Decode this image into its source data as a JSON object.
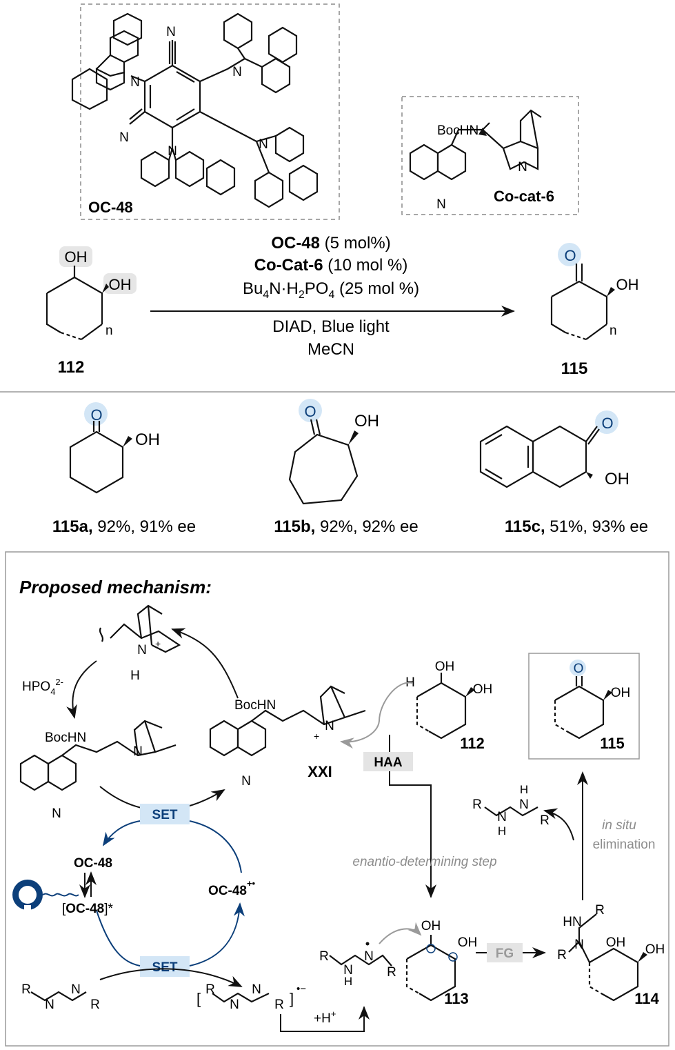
{
  "colors": {
    "accent": "#0c3f7a",
    "highlight": "#d3e6f6",
    "oh_highlight": "#e6e6e6",
    "step_label": "#8c8c8c",
    "box_gray": "#e4e4e4"
  },
  "catalysts": {
    "oc48_label": "OC-48",
    "co_cat_label": "Co-cat-6",
    "cn_label": "N",
    "boc_label": "BocHN",
    "n_label": "N"
  },
  "reaction": {
    "substrate_label": "112",
    "product_label": "115",
    "oh1": "OH",
    "oh2": "OH",
    "n_sub": "n",
    "o_label": "O",
    "cond1_bold": "OC-48",
    "cond1_rest": " (5 mol%)",
    "cond2_bold": "Co-Cat-6",
    "cond2_rest": " (10 mol %)",
    "cond3_a": "Bu",
    "cond3_sub1": "4",
    "cond3_b": "N·H",
    "cond3_sub2": "2",
    "cond3_c": "PO",
    "cond3_sub3": "4",
    "cond3_d": " (25 mol %)",
    "cond4": "DIAD, Blue light",
    "cond5": "MeCN"
  },
  "scope": [
    {
      "label": "115a,",
      "result": " 92%, 91% ee"
    },
    {
      "label": "115b,",
      "result": " 92%, 92% ee"
    },
    {
      "label": "115c,",
      "result": " 51%, 93% ee"
    }
  ],
  "mechanism": {
    "title": "Proposed mechanism:",
    "hpo4": "HPO",
    "hpo4_sub": "4",
    "hpo4_sup": "2-",
    "set1": "SET",
    "set2": "SET",
    "oc48": "OC-48",
    "oc48_star_open": "[",
    "oc48_star_close": "]*",
    "oc48_radcat": "OC-48",
    "radcat_sup": "+•",
    "xxi": "XXI",
    "haa": "HAA",
    "enantio": "enantio-determining step",
    "insitu1": "in situ",
    "insitu2": "elimination",
    "fg": "FG",
    "h_plus": "+H",
    "h_plus_sup": "+",
    "rad_anion_sup": "•−",
    "label_112": "112",
    "label_113": "113",
    "label_114": "114",
    "label_115": "115",
    "r": "R",
    "n": "N",
    "h": "H",
    "hn": "HN",
    "oh": "OH",
    "o": "O",
    "h_plus_n": "+"
  }
}
